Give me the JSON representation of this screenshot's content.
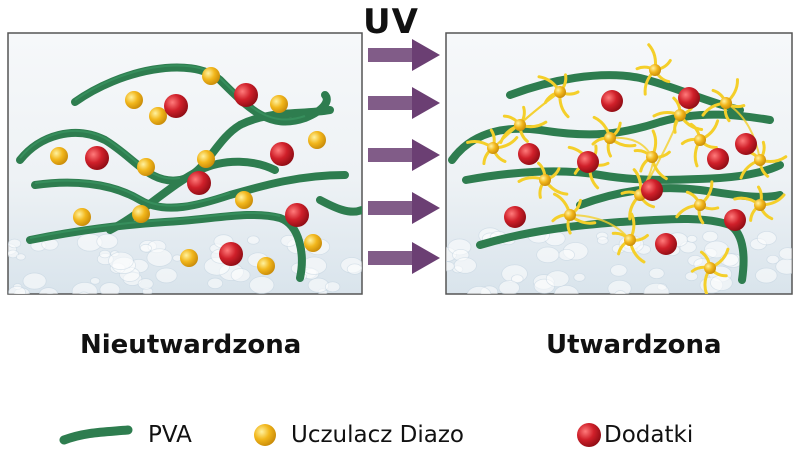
{
  "arrow_label": "UV",
  "panels": {
    "uncured": {
      "caption": "Nieutwardzona"
    },
    "cured": {
      "caption": "Utwardzona"
    }
  },
  "legend": [
    {
      "key": "pva",
      "label": "PVA",
      "color": "#2e7d4f"
    },
    {
      "key": "diazo",
      "label": "Uczulacz Diazo",
      "color": "#f2b71c"
    },
    {
      "key": "additives",
      "label": "Dodatki",
      "color": "#d0202a"
    }
  ],
  "colors": {
    "arrow": "#6b3f73",
    "panel_border": "#555555",
    "crosslink": "#f4cf2a"
  }
}
